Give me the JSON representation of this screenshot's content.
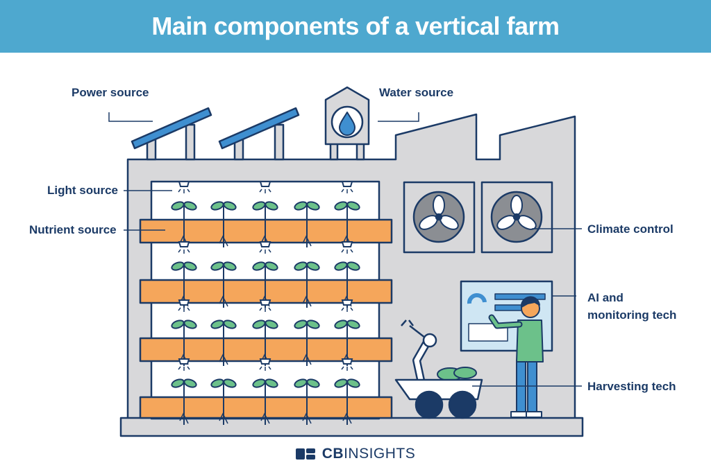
{
  "title": "Main components of a vertical farm",
  "labels": {
    "power": "Power source",
    "water": "Water source",
    "light": "Light source",
    "nutrient": "Nutrient source",
    "climate": "Climate control",
    "ai_line1": "AI and",
    "ai_line2": "monitoring tech",
    "harvest": "Harvesting tech"
  },
  "brand": {
    "bold": "CB",
    "regular": "INSIGHTS"
  },
  "colors": {
    "banner": "#4ea8cf",
    "outline": "#1b3a66",
    "building": "#d8d8da",
    "shelf": "#f5a65b",
    "plant": "#6cc18a",
    "solar": "#3f8fd0"
  },
  "icons": [
    "solar-panel-icon",
    "water-tank-icon",
    "water-drop-icon",
    "fan-icon",
    "grow-light-icon",
    "plant-icon",
    "robot-arm-icon",
    "harvest-cart-icon",
    "monitor-screen-icon",
    "person-icon",
    "cb-insights-logo-icon"
  ]
}
